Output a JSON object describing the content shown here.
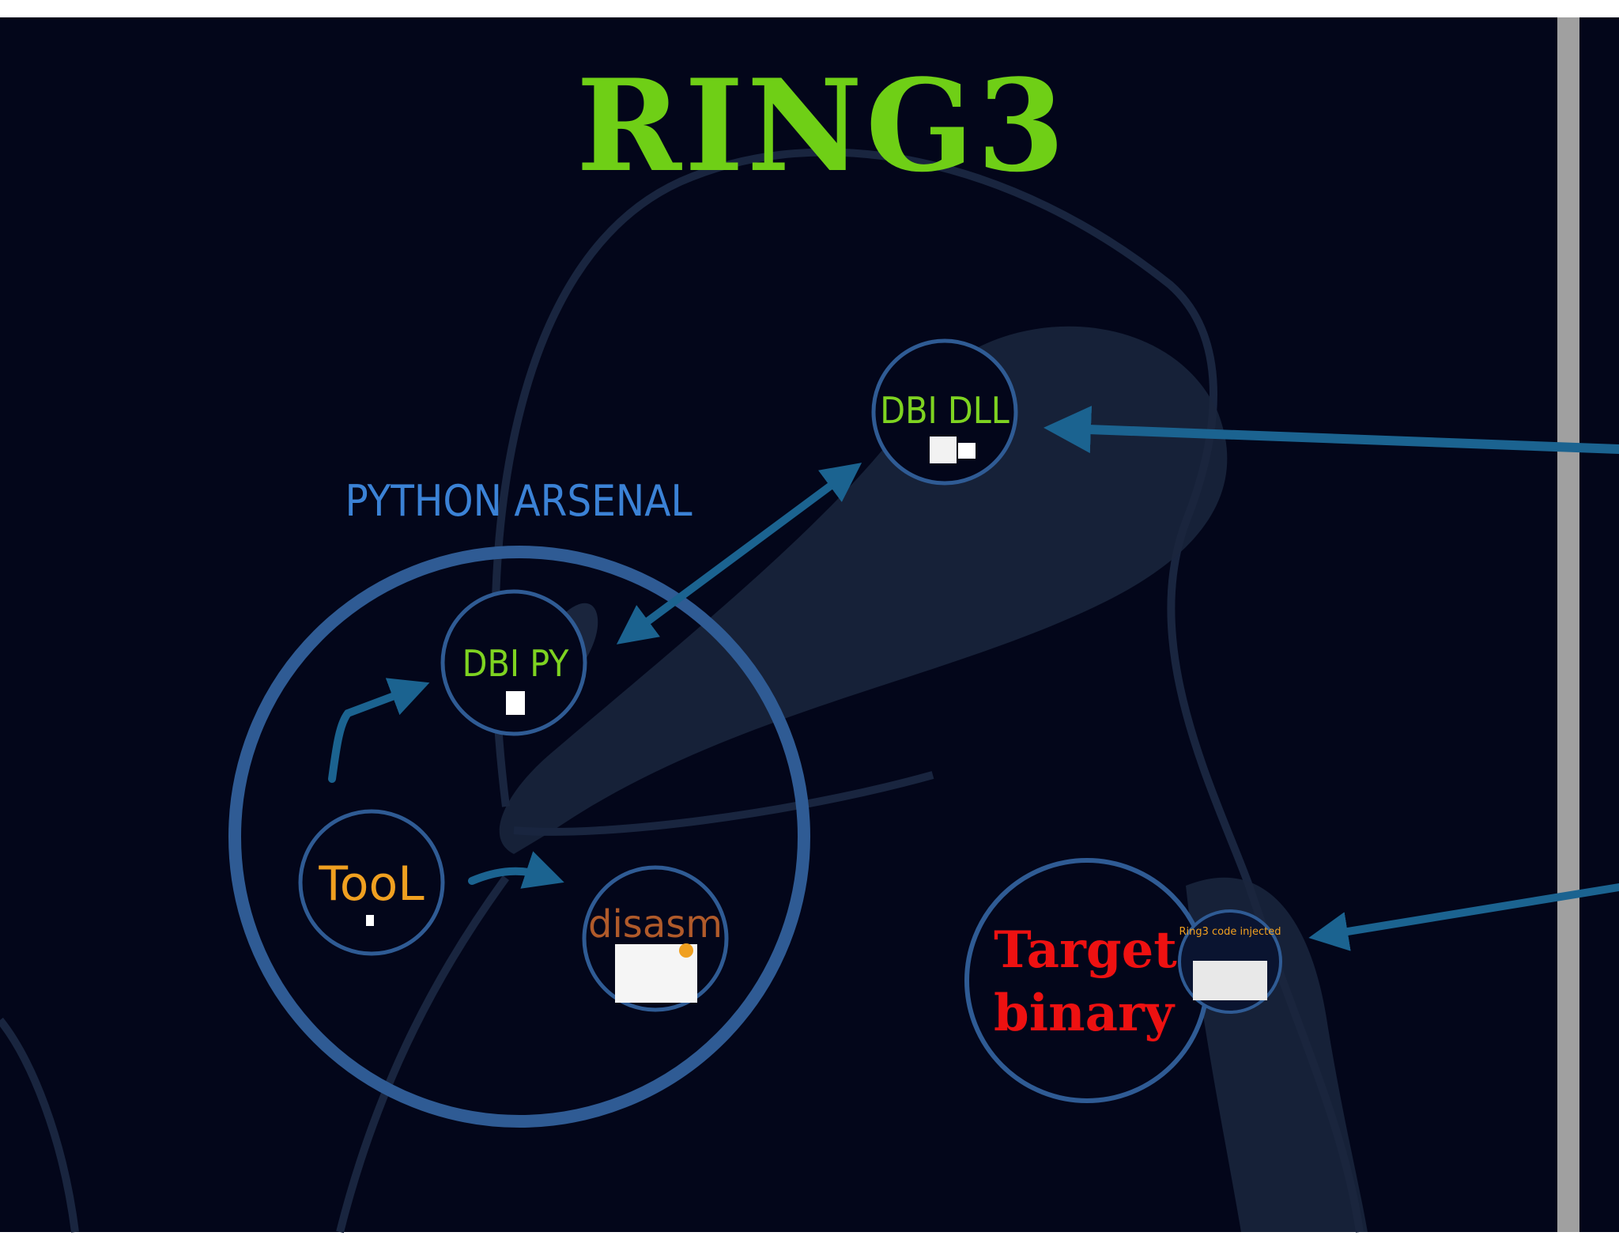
{
  "diagram": {
    "title": "RING3",
    "group_label": "PYTHON ARSENAL",
    "nodes": {
      "dbi_dll": "DBI DLL",
      "dbi_py": "DBI PY",
      "tool": "TooL",
      "disasm": "disasm",
      "target_line1": "Target",
      "target_line2": "binary",
      "injected": "Ring3 code injected"
    },
    "colors": {
      "background": "#03061a",
      "title": "#6fcf16",
      "group_label": "#3b82d6",
      "node_label_green": "#7ed321",
      "tool": "#f0a020",
      "disasm": "#b05a2a",
      "target": "#ee1111",
      "circle_stroke": "#2f5b94",
      "arrow": "#1b6390",
      "pipe": "#1d2a42",
      "scrollbar": "#a0a0a0"
    }
  }
}
